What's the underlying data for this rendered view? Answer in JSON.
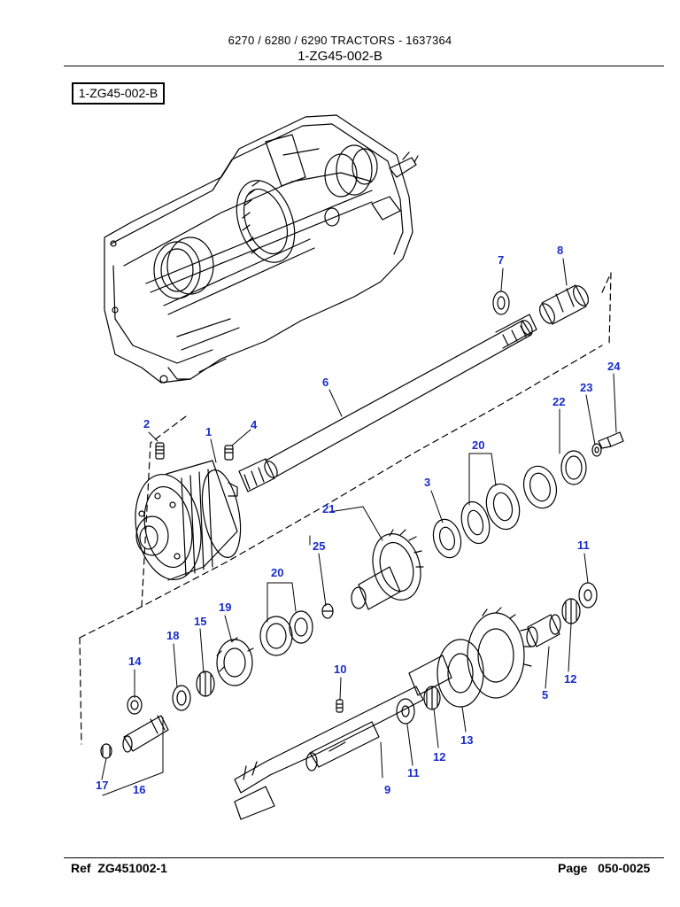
{
  "header": {
    "title": "6270 / 6280 / 6290   TRACTORS - 1637364",
    "subtitle": "1-ZG45-002-B"
  },
  "reference_box": "1-ZG45-002-B",
  "footer": {
    "ref_label": "Ref",
    "ref_value": "ZG451002-1",
    "page_label": "Page",
    "page_value": "050-0025"
  },
  "callouts": {
    "c1": "1",
    "c2": "2",
    "c3": "3",
    "c4": "4",
    "c5": "5",
    "c6": "6",
    "c7": "7",
    "c8": "8",
    "c9": "9",
    "c10": "10",
    "c11a": "11",
    "c11b": "11",
    "c12a": "12",
    "c12b": "12",
    "c13": "13",
    "c14": "14",
    "c15": "15",
    "c16": "16",
    "c17": "17",
    "c18": "18",
    "c19": "19",
    "c20a": "20",
    "c20b": "20",
    "c21": "21",
    "c22": "22",
    "c23": "23",
    "c24": "24",
    "c25": "25"
  },
  "colors": {
    "callout": "#1a2cc9",
    "line": "#000000"
  }
}
